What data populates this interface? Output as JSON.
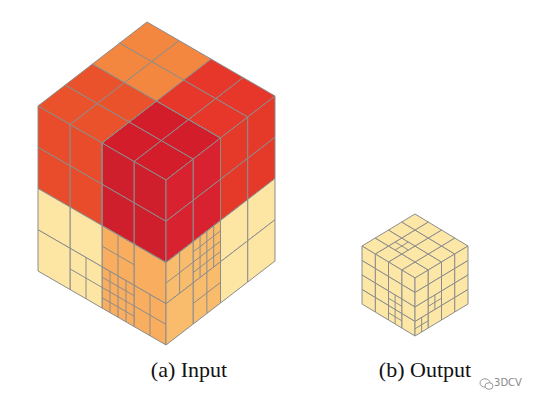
{
  "diagram": {
    "labels": [
      "(a) Input",
      "(b) Output",
      "3DCV"
    ]
  }
}
